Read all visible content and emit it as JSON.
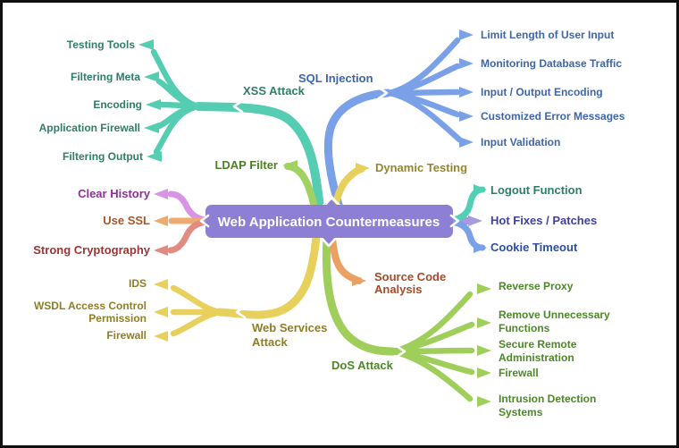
{
  "center": {
    "label": "Web Application Countermeasures",
    "bg_color": "#8D80D4",
    "text_color": "#FFFFFF"
  },
  "connector_mark_color": "#FFFFFF",
  "branches": {
    "xss": {
      "label": "XSS Attack",
      "line_color": "#55CDB2",
      "text_color": "#2E7D68",
      "children": [
        "Testing Tools",
        "Filtering Meta",
        "Encoding",
        "Application Firewall",
        "Filtering Output"
      ]
    },
    "sql": {
      "label": "SQL Injection",
      "line_color": "#7AA0E8",
      "text_color": "#3E65AC",
      "children": [
        "Limit Length of User Input",
        "Monitoring Database Traffic",
        "Input / Output Encoding",
        "Customized Error Messages",
        "Input Validation"
      ]
    },
    "ldap": {
      "label": "LDAP Filter",
      "line_color": "#A2D163",
      "text_color": "#4E7D28"
    },
    "dynamic_testing": {
      "label": "Dynamic Testing",
      "line_color": "#E8D05C",
      "text_color": "#96862B"
    },
    "logout": {
      "label": "Logout Function",
      "line_color": "#52D0B6",
      "text_color": "#2E7D68"
    },
    "hot_fixes": {
      "label": "Hot Fixes / Patches",
      "line_color": "#A89ADB",
      "text_color": "#41419C"
    },
    "cookie": {
      "label": "Cookie Timeout",
      "line_color": "#7AA0E8",
      "text_color": "#2D4F9E"
    },
    "clear_history": {
      "label": "Clear History",
      "line_color": "#D995E5",
      "text_color": "#8C2F97"
    },
    "use_ssl": {
      "label": "Use SSL",
      "line_color": "#ECAB70",
      "text_color": "#A1592B"
    },
    "strong_cryptography": {
      "label": "Strong Cryptography",
      "line_color": "#E18C82",
      "text_color": "#A03432"
    },
    "web_services": {
      "label_lines": [
        "Web Services",
        "Attack"
      ],
      "line_color": "#E8D05C",
      "text_color": "#8E7E27",
      "children": [
        [
          "IDS"
        ],
        [
          "WSDL Access Control",
          "Permission"
        ],
        [
          "Firewall"
        ]
      ]
    },
    "source_code": {
      "label_lines": [
        "Source Code",
        "Analysis"
      ],
      "line_color": "#EBA163",
      "text_color": "#A44B28"
    },
    "dos": {
      "label": "DoS Attack",
      "line_color": "#9FCE5A",
      "text_color": "#4C8826",
      "children": [
        [
          "Reverse Proxy"
        ],
        [
          "Remove Unnecessary",
          "Functions"
        ],
        [
          "Secure Remote",
          "Administration"
        ],
        [
          "Firewall"
        ],
        [
          "Intrusion Detection",
          "Systems"
        ]
      ]
    }
  }
}
